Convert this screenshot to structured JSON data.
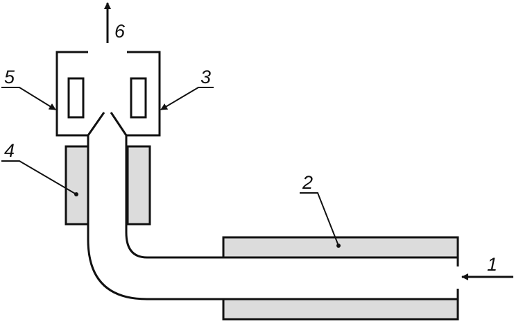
{
  "colors": {
    "stroke": "#111111",
    "fill_gray": "#dcdcdc",
    "background": "#ffffff"
  },
  "labels": {
    "l1": "1",
    "l2": "2",
    "l3": "3",
    "l4": "4",
    "l5": "5",
    "l6": "6"
  }
}
